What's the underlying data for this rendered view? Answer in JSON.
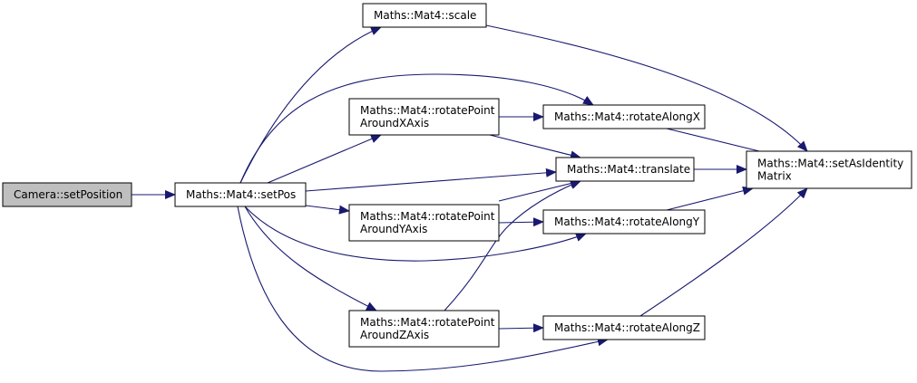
{
  "colors": {
    "edge": "#191970",
    "node_fill": "#ffffff",
    "current_node_fill": "#bfbfbf",
    "node_border": "#000000"
  },
  "nodes": {
    "camera_setposition": {
      "lines": [
        "Camera::setPosition"
      ],
      "current": true
    },
    "mat4_setpos": {
      "lines": [
        "Maths::Mat4::setPos"
      ]
    },
    "mat4_scale": {
      "lines": [
        "Maths::Mat4::scale"
      ]
    },
    "mat4_rotatepointaroundxaxis": {
      "lines": [
        "Maths::Mat4::rotatePoint",
        "AroundXAxis"
      ]
    },
    "mat4_rotatepointaroundyaxis": {
      "lines": [
        "Maths::Mat4::rotatePoint",
        "AroundYAxis"
      ]
    },
    "mat4_rotatepointaroundzaxis": {
      "lines": [
        "Maths::Mat4::rotatePoint",
        "AroundZAxis"
      ]
    },
    "mat4_rotatealongx": {
      "lines": [
        "Maths::Mat4::rotateAlongX"
      ]
    },
    "mat4_translate": {
      "lines": [
        "Maths::Mat4::translate"
      ]
    },
    "mat4_rotatealongy": {
      "lines": [
        "Maths::Mat4::rotateAlongY"
      ]
    },
    "mat4_rotatealongz": {
      "lines": [
        "Maths::Mat4::rotateAlongZ"
      ]
    },
    "mat4_setasidentitymatrix": {
      "lines": [
        "Maths::Mat4::setAsIdentity",
        "Matrix"
      ]
    }
  },
  "edges": [
    {
      "from": "camera_setposition",
      "to": "mat4_setpos"
    },
    {
      "from": "mat4_setpos",
      "to": "mat4_scale"
    },
    {
      "from": "mat4_setpos",
      "to": "mat4_rotatealongx"
    },
    {
      "from": "mat4_setpos",
      "to": "mat4_rotatepointaroundxaxis"
    },
    {
      "from": "mat4_setpos",
      "to": "mat4_translate"
    },
    {
      "from": "mat4_setpos",
      "to": "mat4_rotatepointaroundyaxis"
    },
    {
      "from": "mat4_setpos",
      "to": "mat4_rotatealongy"
    },
    {
      "from": "mat4_setpos",
      "to": "mat4_rotatepointaroundzaxis"
    },
    {
      "from": "mat4_setpos",
      "to": "mat4_rotatealongz"
    },
    {
      "from": "mat4_rotatepointaroundxaxis",
      "to": "mat4_rotatealongx"
    },
    {
      "from": "mat4_rotatepointaroundxaxis",
      "to": "mat4_translate"
    },
    {
      "from": "mat4_rotatepointaroundyaxis",
      "to": "mat4_translate"
    },
    {
      "from": "mat4_rotatepointaroundyaxis",
      "to": "mat4_rotatealongy"
    },
    {
      "from": "mat4_rotatepointaroundzaxis",
      "to": "mat4_translate"
    },
    {
      "from": "mat4_rotatepointaroundzaxis",
      "to": "mat4_rotatealongz"
    },
    {
      "from": "mat4_scale",
      "to": "mat4_setasidentitymatrix"
    },
    {
      "from": "mat4_rotatealongx",
      "to": "mat4_setasidentitymatrix"
    },
    {
      "from": "mat4_translate",
      "to": "mat4_setasidentitymatrix"
    },
    {
      "from": "mat4_rotatealongy",
      "to": "mat4_setasidentitymatrix"
    },
    {
      "from": "mat4_rotatealongz",
      "to": "mat4_setasidentitymatrix"
    }
  ]
}
